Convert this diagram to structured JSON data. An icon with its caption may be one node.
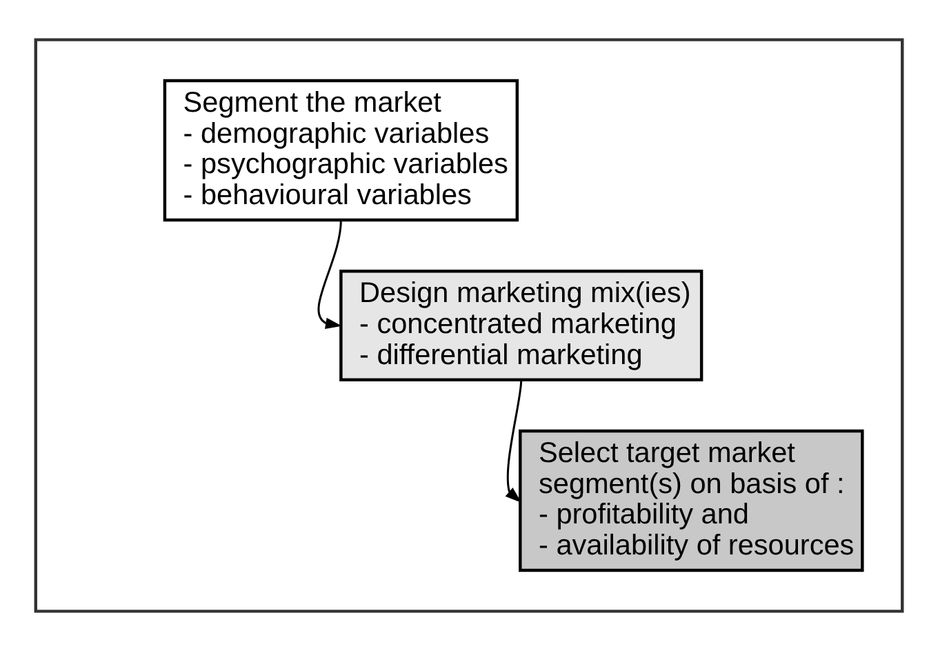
{
  "diagram": {
    "nodes": [
      {
        "text": [],
        "shape": "box"
      },
      {
        "text": [
          "Segment the market",
          "- demographic variables",
          "- psychographic variables",
          "- behavioural variables"
        ],
        "in": 0
      },
      {
        "text": [
          "Design marketing mix(ies)",
          "- concentrated marketing",
          "- differential marketing"
        ],
        "in": 0
      },
      {
        "text": [
          "Select target market segment(s) on basis of :",
          "- profitability and",
          "- availability of resources"
        ],
        "in": 0
      }
    ],
    "edges": [
      {
        "from": 1,
        "to": 2,
        "arrow": "to"
      },
      {
        "from": 2,
        "to": 3,
        "arrow": "to"
      }
    ]
  }
}
